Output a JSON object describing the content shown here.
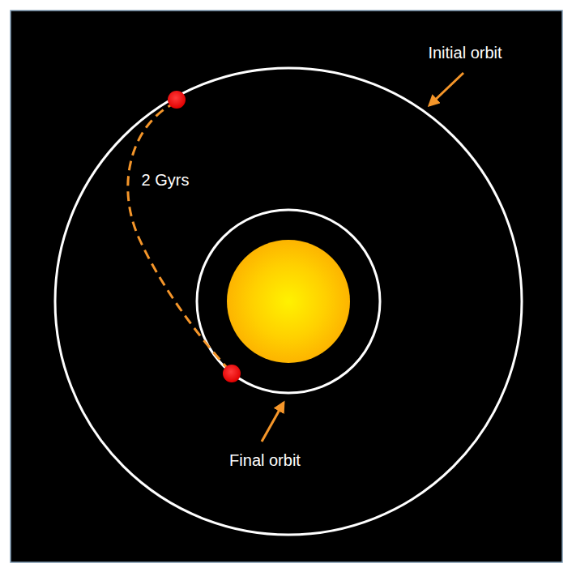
{
  "diagram": {
    "labels": [
      "Initial orbit",
      "2 Gyrs",
      "Final orbit"
    ]
  }
}
